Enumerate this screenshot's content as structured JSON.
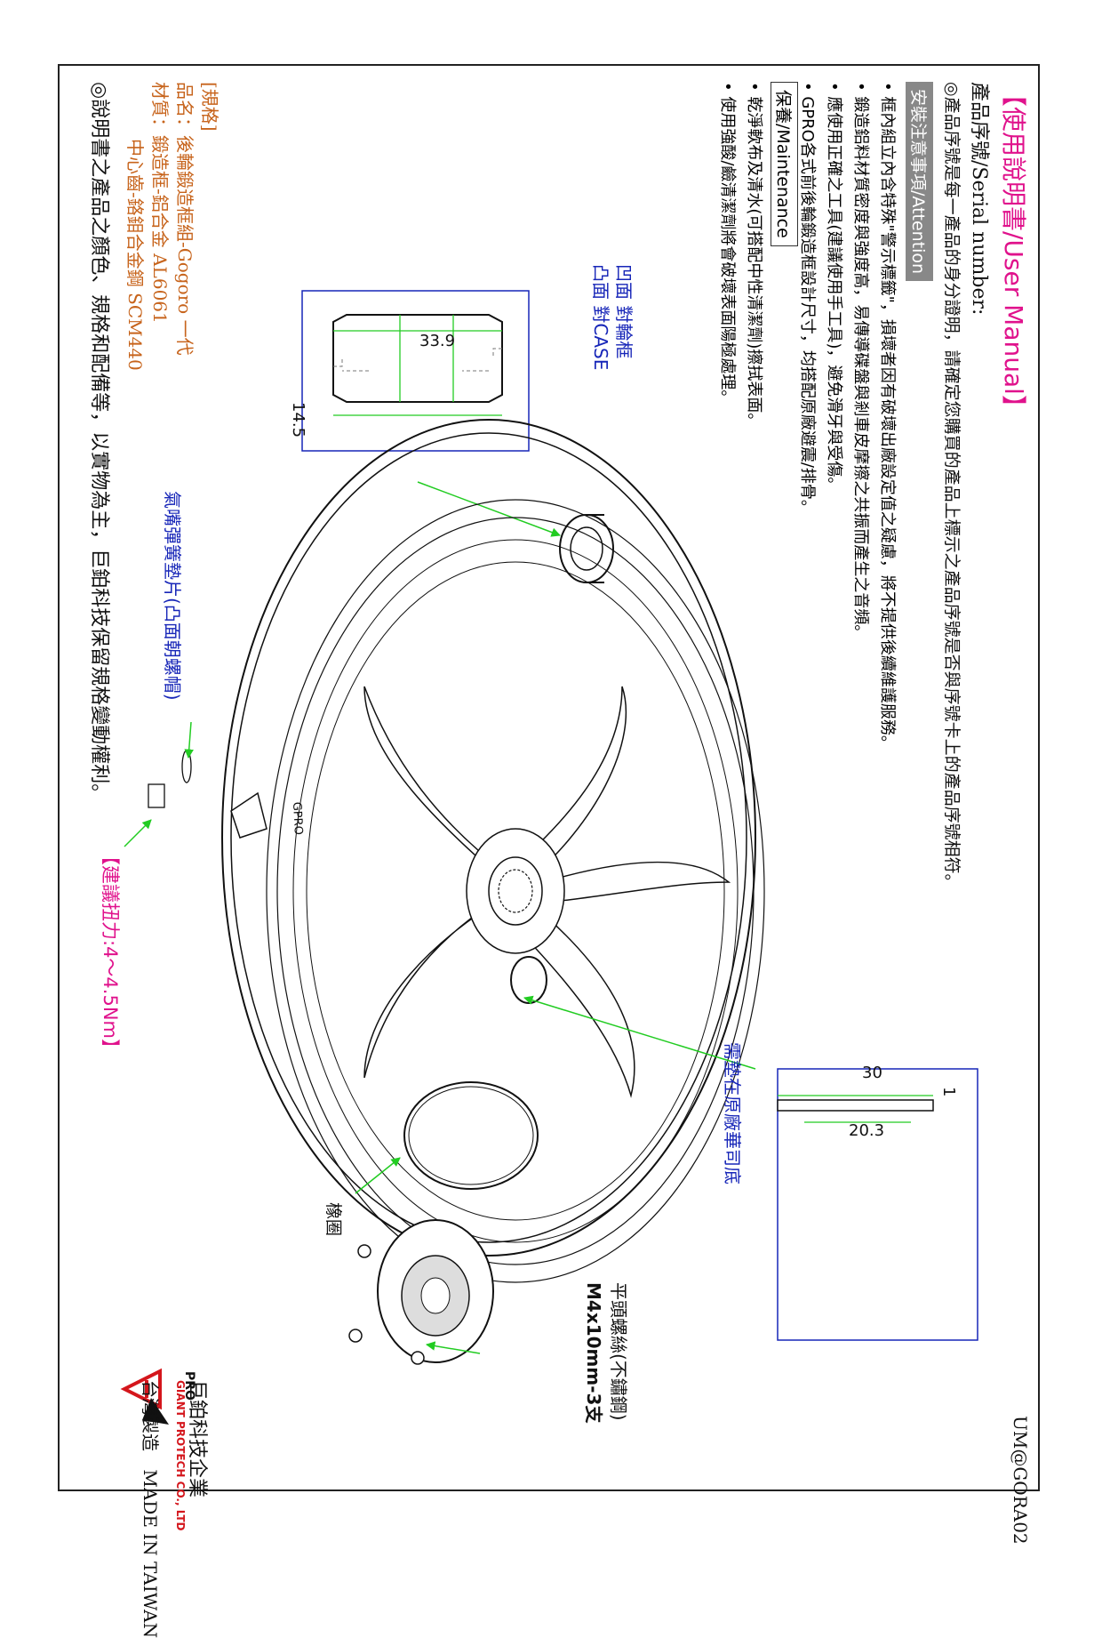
{
  "doc_code": "UM@GORA02",
  "title": "【使用說明書/User Manual】",
  "serial": {
    "heading": "產品序號/Serial number:",
    "note": "◎產品序號是每一產品的身分證明，請確定您購買的產品上標示之產品序號是否與序號卡上的產品序號相符。"
  },
  "attention": {
    "badge": "安裝注意事項/Attention",
    "items": [
      "框內組立內含特殊\"警示標籤\"，損壞者因有破壞出廠設定值之疑慮，將不提供後續維護服務。",
      "鍛造鋁料材質密度與強度高，易傳導碟盤與剎車皮摩擦之共振而產生之音頻。",
      "應使用正確之工具(建議使用手工具)，避免滑牙與受傷。",
      "GPRO各式前後輪鍛造框設計尺寸，均搭配原廠避震/排骨。"
    ]
  },
  "maintenance": {
    "label": "保養/Maintenance",
    "items": [
      "乾淨軟布及清水(可搭配中性清潔劑)擦拭表面。",
      "使用強酸/鹼清潔劑將會破壞表面陽極處理。"
    ]
  },
  "spec": {
    "heading": "[規格]",
    "name": "品名：後輪鍛造框組-Gogoro 一代",
    "material1": "材質：鍛造框-鋁合金 AL6061",
    "material2": "中心齒-鉻鉬合金鋼 SCM440",
    "disclaimer": "◎說明書之產品之顏色、規格和配備等，以實物為主，巨鉑科技保留規格變動權利。"
  },
  "bearing": {
    "dim_width": "33.9",
    "dim_height": "14.5",
    "note1": "凹面 對輪框",
    "note2": "凸面 對CASE"
  },
  "valve_note": "氣嘴彈簧墊片(凸面朝螺帽)",
  "torque_note": "【建議扭力:4～4.5Nm】",
  "washer": {
    "dim_od": "30",
    "dim_id": "20.3",
    "dim_t": "1",
    "note": "需墊在原廠華司底"
  },
  "oring_label": "橡圈",
  "screw": {
    "line1": "平頭螺絲(不鏽鋼)",
    "line2": "M4x10mm-3支"
  },
  "company": {
    "logo_text": "PRO",
    "name_cn": "巨鉑科技企業",
    "name_en": "GIANT PROTECH CO., LTD",
    "made_cn": "台灣製造",
    "made_en": "MADE IN TAIWAN"
  },
  "rim_brand": "GPRO",
  "colors": {
    "magenta": "#e0128c",
    "orange": "#c7641c",
    "blue": "#1726b8",
    "leader_green": "#22cc22"
  }
}
